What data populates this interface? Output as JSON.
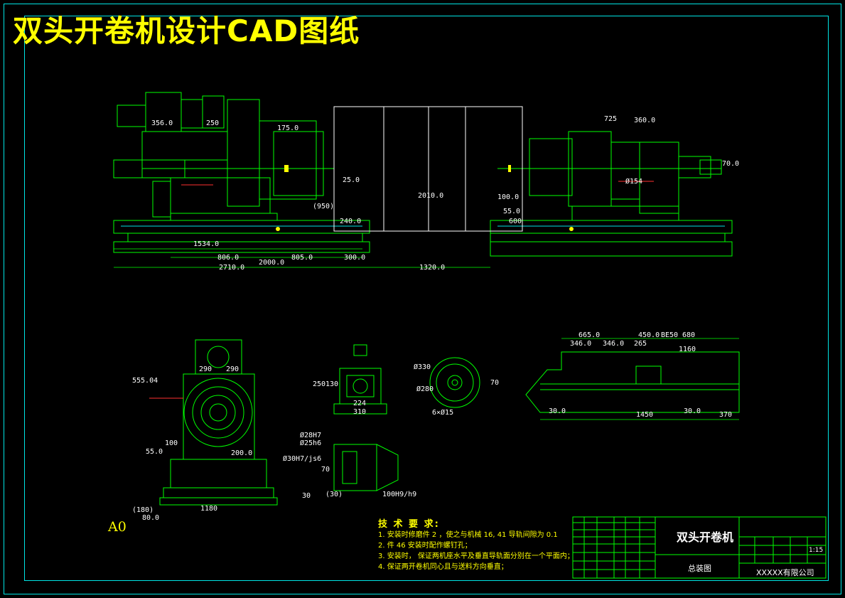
{
  "header": {
    "title": "双头开卷机设计CAD图纸"
  },
  "sheet": {
    "size_label": "A0"
  },
  "dimensions": {
    "front": [
      "356.0",
      "250",
      "175.0",
      "2010.0",
      "25.0",
      "100.0",
      "725",
      "360.0",
      "1534.0",
      "806.0",
      "805.0",
      "300.0",
      "2710.0",
      "2000.0",
      "1320.0",
      "(950)",
      "55.0",
      "240.0",
      "600",
      "Ø154",
      "70.0"
    ],
    "side": [
      "290",
      "290",
      "555.04",
      "100",
      "55.0",
      "200.0",
      "80.0",
      "(180)",
      "1180"
    ],
    "flange": [
      "250",
      "130",
      "224",
      "310"
    ],
    "disc": [
      "Ø330",
      "Ø280",
      "6×Ø15",
      "70"
    ],
    "shaft": [
      "Ø28H7",
      "Ø25h6",
      "Ø30H7/js6",
      "(30)",
      "100H9/h9",
      "70",
      "30"
    ],
    "top": [
      "665.0",
      "450.0",
      "BE50",
      "680",
      "346.0",
      "346.0",
      "265",
      "1160",
      "30.0",
      "1450",
      "30.0",
      "370"
    ]
  },
  "tech_requirements": {
    "heading": "技 术 要 求:",
    "items": [
      "1. 安装时修磨件 2 ，使之与机械 16, 41 导轨间隙为  0.1",
      "2. 件 46 安装时配作螺钉孔；",
      "3. 安装时，  保证两机座水平及垂直导轨面分别在一个平面内；",
      "4. 保证两开卷机同心且与送料方向垂直；"
    ]
  },
  "title_block": {
    "drawing_name": "双头开卷机",
    "drawing_type": "总装图",
    "scale": "1:15",
    "company": "XXXXX有限公司"
  },
  "colors": {
    "frame": "#00e5e5",
    "line": "#00ff00",
    "dim": "#ffffff",
    "accent": "#ffff00",
    "hidden": "#ff3030"
  }
}
